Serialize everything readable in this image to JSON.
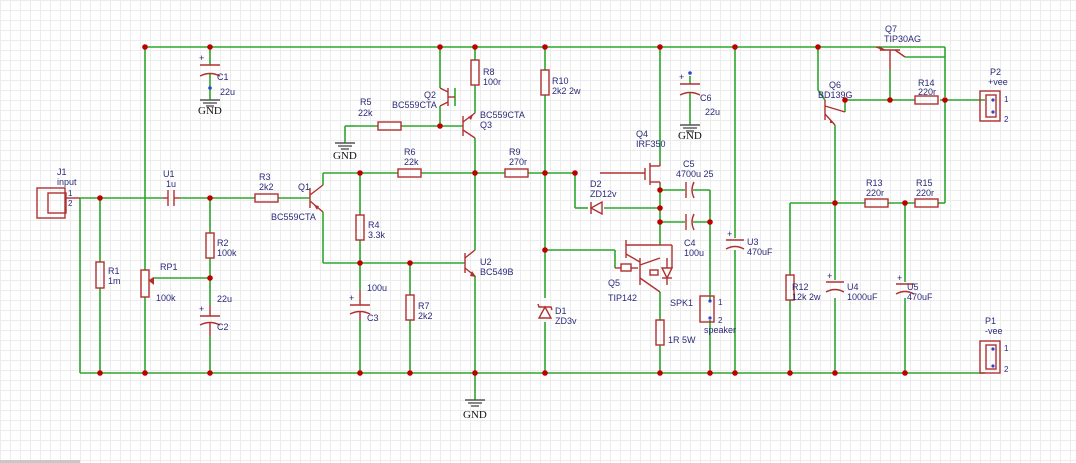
{
  "schematic": {
    "components": [
      {
        "ref": "J1",
        "value": "input"
      },
      {
        "ref": "U1",
        "value": "1u"
      },
      {
        "ref": "R1",
        "value": "1m"
      },
      {
        "ref": "RP1",
        "value": "100k"
      },
      {
        "ref": "R2",
        "value": "100k"
      },
      {
        "ref": "C2",
        "value": "22u"
      },
      {
        "ref": "R3",
        "value": "2k2"
      },
      {
        "ref": "Q1",
        "value": "BC559CTA"
      },
      {
        "ref": "R4",
        "value": "3.3k"
      },
      {
        "ref": "C3",
        "value": "100u"
      },
      {
        "ref": "R7",
        "value": "2k2"
      },
      {
        "ref": "C1",
        "value": "22u"
      },
      {
        "ref": "R5",
        "value": "22k"
      },
      {
        "ref": "Q2",
        "value": "BC559CTA"
      },
      {
        "ref": "R8",
        "value": "100r"
      },
      {
        "ref": "Q3",
        "value": "BC559CTA"
      },
      {
        "ref": "R6",
        "value": "22k"
      },
      {
        "ref": "U2",
        "value": "BC549B"
      },
      {
        "ref": "R9",
        "value": "270r"
      },
      {
        "ref": "R10",
        "value": "2k2 2w"
      },
      {
        "ref": "D1",
        "value": "ZD3v"
      },
      {
        "ref": "Q4",
        "value": "IRF350"
      },
      {
        "ref": "D2",
        "value": "ZD12v"
      },
      {
        "ref": "C5",
        "value": "4700u 25"
      },
      {
        "ref": "C4",
        "value": "100u"
      },
      {
        "ref": "Q5",
        "value": "TIP142"
      },
      {
        "ref": "SPK1",
        "value": "speaker"
      },
      {
        "ref": "1R 5W",
        "value": ""
      },
      {
        "ref": "C6",
        "value": "22u"
      },
      {
        "ref": "U3",
        "value": "470uF"
      },
      {
        "ref": "Q6",
        "value": "BD139G"
      },
      {
        "ref": "Q7",
        "value": "TIP30AG"
      },
      {
        "ref": "R14",
        "value": "220r"
      },
      {
        "ref": "R13",
        "value": "220r"
      },
      {
        "ref": "R15",
        "value": "220r"
      },
      {
        "ref": "R12",
        "value": "12k 2w"
      },
      {
        "ref": "U4",
        "value": "1000uF"
      },
      {
        "ref": "U5",
        "value": "470uF"
      },
      {
        "ref": "P2",
        "value": "+vee"
      },
      {
        "ref": "P1",
        "value": "-vee"
      }
    ],
    "gnd": "GND",
    "pins": {
      "one": "1",
      "two": "2"
    },
    "colors": {
      "wire": "#2ea62e",
      "component": "#b03030",
      "junction": "#c00000",
      "label": "#2a2a7a"
    }
  }
}
